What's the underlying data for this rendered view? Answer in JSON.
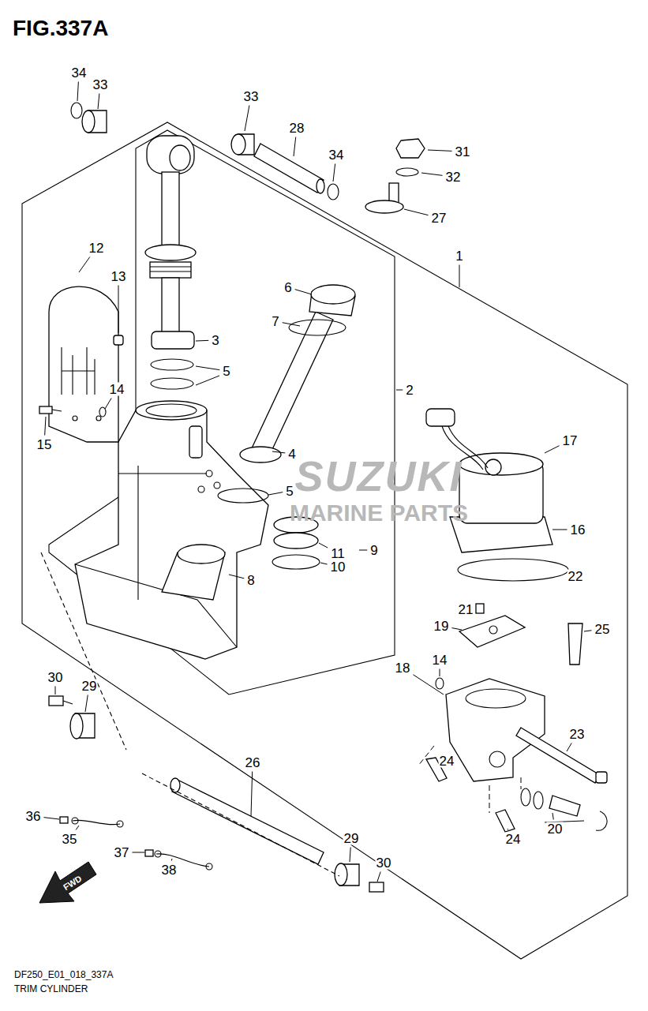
{
  "diagram": {
    "title": "FIG.337A",
    "caption": "TRIM CYLINDER",
    "labels": [
      "34",
      "33",
      "33",
      "28",
      "34",
      "31",
      "32",
      "27",
      "1",
      "12",
      "13",
      "6",
      "7",
      "3",
      "5",
      "2",
      "14",
      "15",
      "17",
      "4",
      "5",
      "16",
      "9",
      "11",
      "10",
      "8",
      "22",
      "21",
      "19",
      "25",
      "14",
      "18",
      "30",
      "29",
      "23",
      "24",
      "26",
      "20",
      "24",
      "36",
      "35",
      "29",
      "37",
      "38",
      "30",
      "SUZUKI",
      "MARINE PARTS",
      "FWD",
      "DF250_E01_018_337A"
    ]
  }
}
